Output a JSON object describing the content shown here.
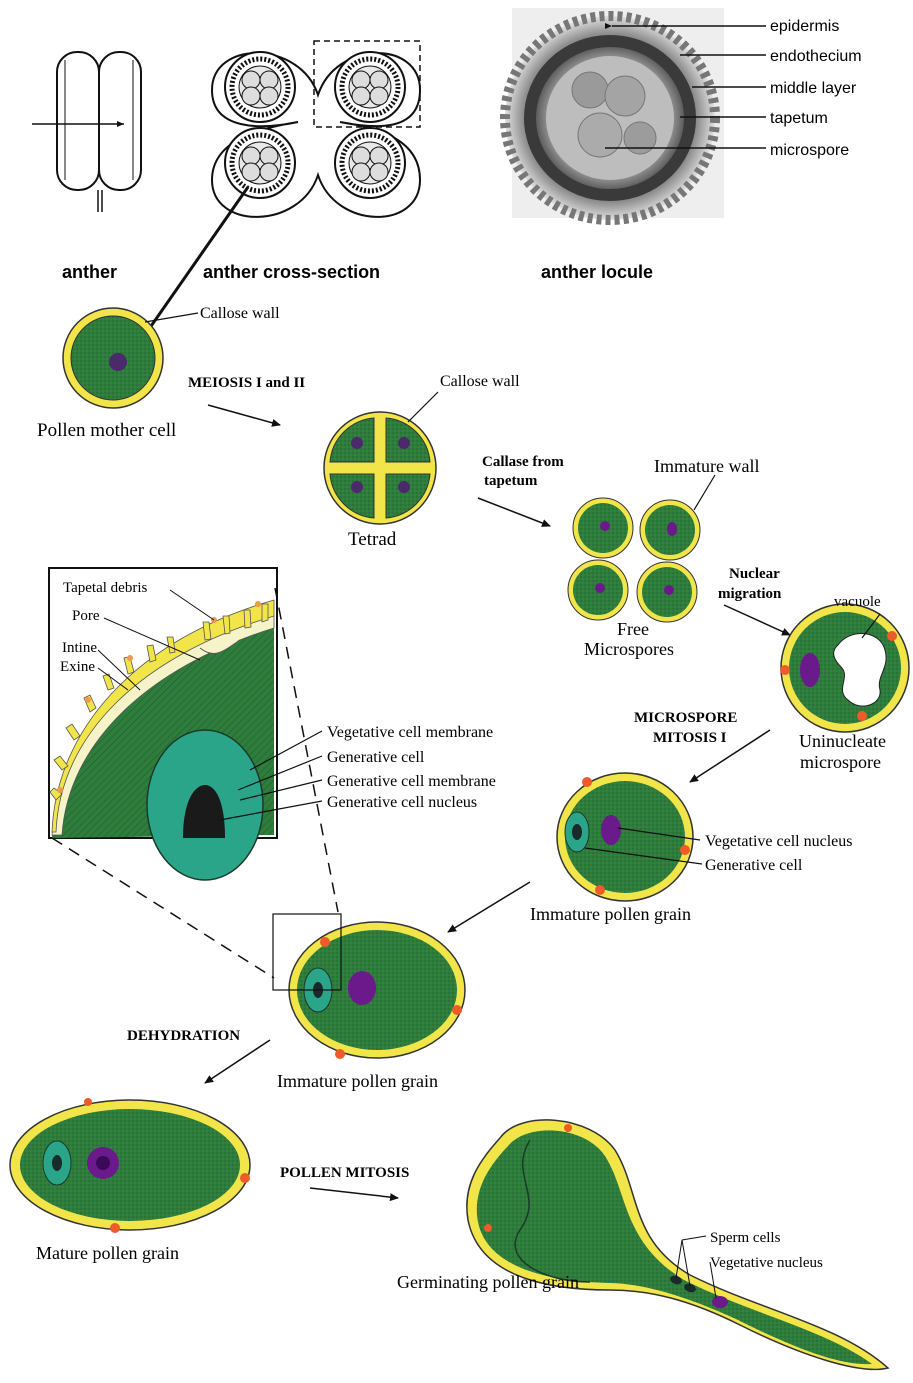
{
  "header": {
    "anther": "anther",
    "cross_section": "anther cross-section",
    "locule": "anther locule"
  },
  "locule_labels": {
    "epidermis": "epidermis",
    "endothecium": "endothecium",
    "middle_layer": "middle layer",
    "tapetum": "tapetum",
    "microspore": "microspore"
  },
  "stages": {
    "pmc_callose": "Callose wall",
    "pmc": "Pollen mother cell",
    "meiosis": "MEIOSIS I and II",
    "tetrad_callose": "Callose wall",
    "tetrad": "Tetrad",
    "callase_1": "Callase from",
    "callase_2": "tapetum",
    "immature_wall": "Immature wall",
    "free_1": "Free",
    "free_2": "Microspores",
    "nuclear_1": "Nuclear",
    "nuclear_2": "migration",
    "vacuole": "vacuole",
    "uninucleate_1": "Uninucleate",
    "uninucleate_2": "microspore",
    "mitosis_1": "MICROSPORE",
    "mitosis_2": "MITOSIS I",
    "veg_nucleus": "Vegetative cell nucleus",
    "gen_cell": "Generative cell",
    "immature_grain_1": "Immature pollen grain",
    "immature_grain_2": "Immature pollen grain",
    "dehydration": "DEHYDRATION",
    "mature_grain": "Mature pollen grain",
    "pollen_mitosis": "POLLEN MITOSIS",
    "germinating": "Germinating pollen grain",
    "sperm_cells": "Sperm cells",
    "veg_nucleus_2": "Vegetative nucleus"
  },
  "inset": {
    "tapetal_debris": "Tapetal debris",
    "pore": "Pore",
    "intine": "Intine",
    "exine": "Exine",
    "veg_membrane": "Vegetative cell membrane",
    "gen_cell": "Generative cell",
    "gen_membrane": "Generative cell membrane",
    "gen_nucleus": "Generative cell nucleus"
  },
  "colors": {
    "cytoplasm": "#2e7d3c",
    "wall": "#f2e54a",
    "nucleus": "#6a1a8a",
    "generative": "#2aa58a",
    "orbicule": "#ef5a2a"
  }
}
